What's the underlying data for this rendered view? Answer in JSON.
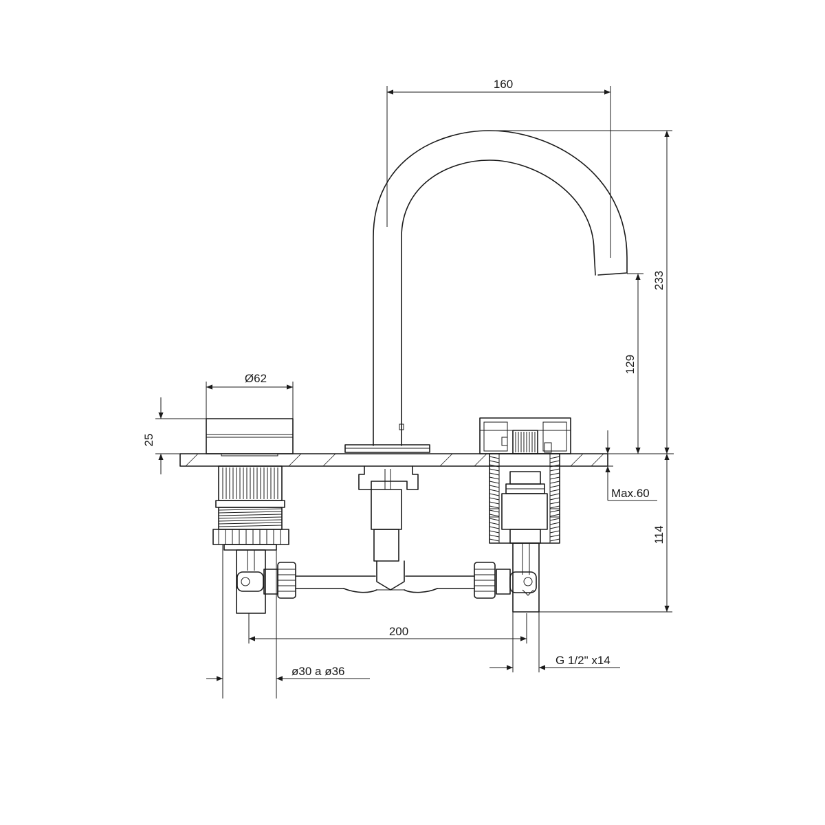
{
  "dimensions": {
    "spout_reach": "160",
    "overall_height": "233",
    "spout_outlet_height": "129",
    "handle_diameter": "Ø62",
    "handle_height": "25",
    "max_deck_thickness": "Max.60",
    "under_deck_depth": "114",
    "valve_spacing": "200",
    "hole_diameter": "ø30 a ø36",
    "inlet_thread": "G 1/2\" x14"
  }
}
